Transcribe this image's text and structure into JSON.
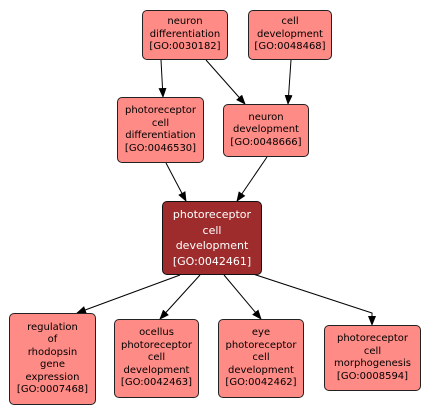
{
  "nodes": {
    "neuron_differentiation": {
      "name": [
        "neuron",
        "differentiation"
      ],
      "go_id": "[GO:0030182]"
    },
    "cell_development": {
      "name": [
        "cell",
        "development"
      ],
      "go_id": "[GO:0048468]"
    },
    "photoreceptor_cell_differentiation": {
      "name": [
        "photoreceptor",
        "cell",
        "differentiation"
      ],
      "go_id": "[GO:0046530]"
    },
    "neuron_development": {
      "name": [
        "neuron",
        "development"
      ],
      "go_id": "[GO:0048666]"
    },
    "photoreceptor_cell_development": {
      "name": [
        "photoreceptor",
        "cell",
        "development"
      ],
      "go_id": "[GO:0042461]"
    },
    "regulation_of_rhodopsin_gene_expression": {
      "name": [
        "regulation",
        "of",
        "rhodopsin",
        "gene",
        "expression"
      ],
      "go_id": "[GO:0007468]"
    },
    "ocellus_photoreceptor_cell_development": {
      "name": [
        "ocellus",
        "photoreceptor",
        "cell",
        "development"
      ],
      "go_id": "[GO:0042463]"
    },
    "eye_photoreceptor_cell_development": {
      "name": [
        "eye",
        "photoreceptor",
        "cell",
        "development"
      ],
      "go_id": "[GO:0042462]"
    },
    "photoreceptor_cell_morphogenesis": {
      "name": [
        "photoreceptor",
        "cell",
        "morphogenesis"
      ],
      "go_id": "[GO:0008594]"
    }
  },
  "colors": {
    "node_fill": "#ff8b86",
    "focus_fill": "#9e2c2c",
    "edge": "#000000"
  }
}
